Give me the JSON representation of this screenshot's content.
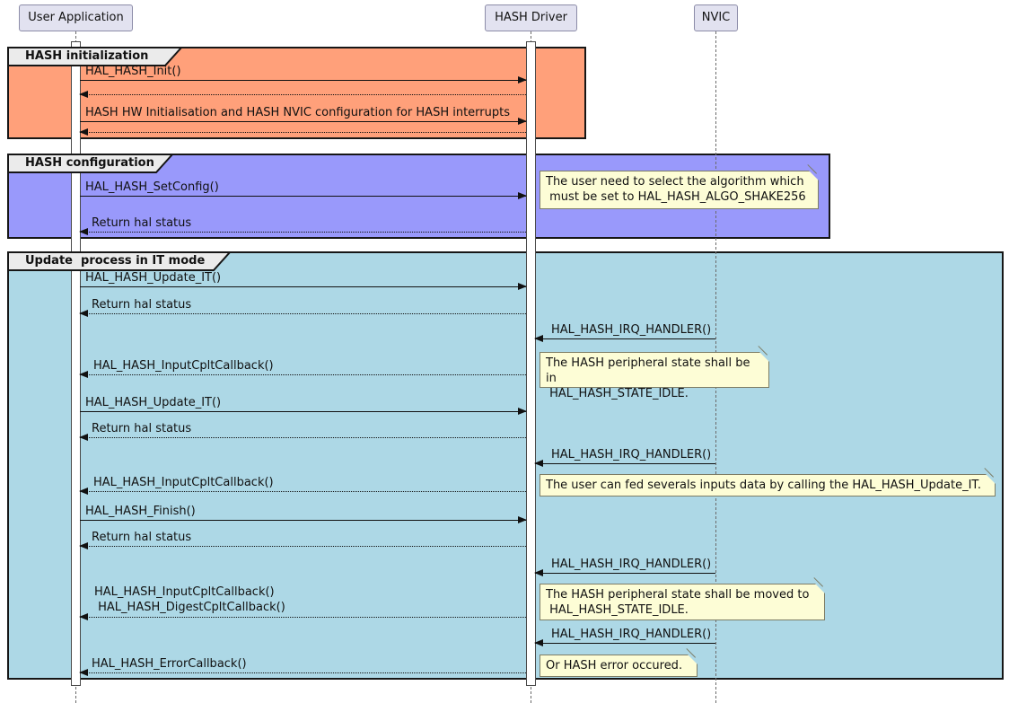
{
  "diagram": {
    "participants": [
      {
        "label": "User Application"
      },
      {
        "label": "HASH Driver"
      },
      {
        "label": "NVIC"
      }
    ],
    "frames": [
      {
        "title": "HASH initialization",
        "color": "#FFA07A"
      },
      {
        "title": "HASH configuration",
        "color": "#9999FB"
      },
      {
        "title": "Update  process in IT mode",
        "color": "#ADD8E6"
      }
    ],
    "colors": {
      "frame_init": "#FFA07A",
      "frame_config": "#9999FB",
      "frame_update": "#ADD8E6",
      "note_fill": "#FDFDD6",
      "participant_fill": "#E2E2F0",
      "tab_fill": "#EBEBEB"
    },
    "messages": [
      {
        "label": "HAL_HASH_Init()",
        "from": "User Application",
        "to": "HASH Driver",
        "style": "solid"
      },
      {
        "label": "",
        "from": "HASH Driver",
        "to": "User Application",
        "style": "dotted"
      },
      {
        "label": "HASH HW Initialisation and HASH NVIC configuration for HASH interrupts",
        "from": "User Application",
        "to": "HASH Driver",
        "style": "solid"
      },
      {
        "label": "",
        "from": "HASH Driver",
        "to": "User Application",
        "style": "dotted"
      },
      {
        "label": "HAL_HASH_SetConfig()",
        "from": "User Application",
        "to": "HASH Driver",
        "style": "solid"
      },
      {
        "label": "Return hal status",
        "from": "HASH Driver",
        "to": "User Application",
        "style": "dotted"
      },
      {
        "label": "HAL_HASH_Update_IT()",
        "from": "User Application",
        "to": "HASH Driver",
        "style": "solid"
      },
      {
        "label": "Return hal status",
        "from": "HASH Driver",
        "to": "User Application",
        "style": "dotted"
      },
      {
        "label": "HAL_HASH_IRQ_HANDLER()",
        "from": "NVIC",
        "to": "HASH Driver",
        "style": "solid"
      },
      {
        "label": "HAL_HASH_InputCpltCallback()",
        "from": "HASH Driver",
        "to": "User Application",
        "style": "dotted"
      },
      {
        "label": "HAL_HASH_Update_IT()",
        "from": "User Application",
        "to": "HASH Driver",
        "style": "solid"
      },
      {
        "label": "Return hal status",
        "from": "HASH Driver",
        "to": "User Application",
        "style": "dotted"
      },
      {
        "label": "HAL_HASH_IRQ_HANDLER()",
        "from": "NVIC",
        "to": "HASH Driver",
        "style": "solid"
      },
      {
        "label": "HAL_HASH_InputCpltCallback()",
        "from": "HASH Driver",
        "to": "User Application",
        "style": "dotted"
      },
      {
        "label": "HAL_HASH_Finish()",
        "from": "User Application",
        "to": "HASH Driver",
        "style": "solid"
      },
      {
        "label": "Return hal status",
        "from": "HASH Driver",
        "to": "User Application",
        "style": "dotted"
      },
      {
        "label": "HAL_HASH_IRQ_HANDLER()",
        "from": "NVIC",
        "to": "HASH Driver",
        "style": "solid"
      },
      {
        "label": "HAL_HASH_InputCpltCallback()\n HAL_HASH_DigestCpltCallback()",
        "from": "HASH Driver",
        "to": "User Application",
        "style": "dotted"
      },
      {
        "label": "HAL_HASH_IRQ_HANDLER()",
        "from": "NVIC",
        "to": "HASH Driver",
        "style": "solid"
      },
      {
        "label": "HAL_HASH_ErrorCallback()",
        "from": "HASH Driver",
        "to": "User Application",
        "style": "dotted"
      }
    ],
    "notes": [
      {
        "text": "The user need to select the algorithm which\n must be set to HAL_HASH_ALGO_SHAKE256"
      },
      {
        "text": "The HASH peripheral state shall be in\n HAL_HASH_STATE_IDLE."
      },
      {
        "text": "The user can fed severals inputs data by calling the HAL_HASH_Update_IT."
      },
      {
        "text": "The HASH peripheral state shall be moved to\n HAL_HASH_STATE_IDLE."
      },
      {
        "text": "Or HASH error occured."
      }
    ]
  }
}
